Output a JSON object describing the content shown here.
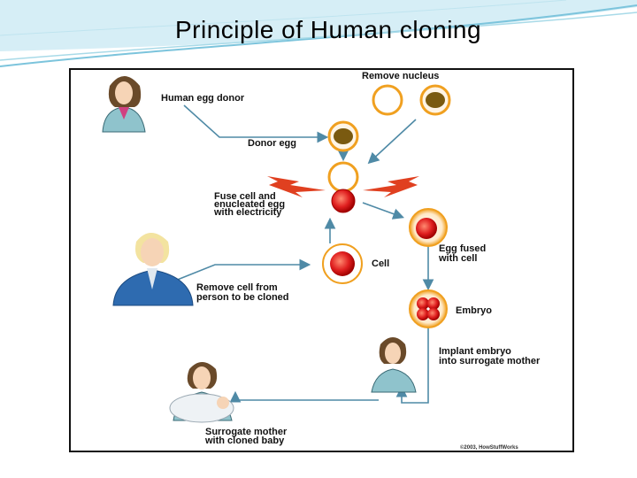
{
  "slide": {
    "title": "Principle of Human cloning"
  },
  "figure": {
    "labels": {
      "remove_nucleus": "Remove nucleus",
      "human_egg_donor": "Human egg donor",
      "donor_egg": "Donor egg",
      "fuse_line1": "Fuse cell and",
      "fuse_line2": "enucleated egg",
      "fuse_line3": "with electricity",
      "egg_fused_line1": "Egg fused",
      "egg_fused_line2": "with cell",
      "cell": "Cell",
      "remove_cell_line1": "Remove cell from",
      "remove_cell_line2": "person to be cloned",
      "embryo": "Embryo",
      "implant_line1": "Implant embryo",
      "implant_line2": "into surrogate mother",
      "surrogate_line1": "Surrogate mother",
      "surrogate_line2": "with cloned baby",
      "credit": "©2003, HowStuffWorks"
    },
    "colors": {
      "arrow": "#4f8aa6",
      "cell_fill": "#e02020",
      "egg_ring": "#f0a020",
      "nucleus": "#7a5a10",
      "spark": "#e04020"
    }
  }
}
